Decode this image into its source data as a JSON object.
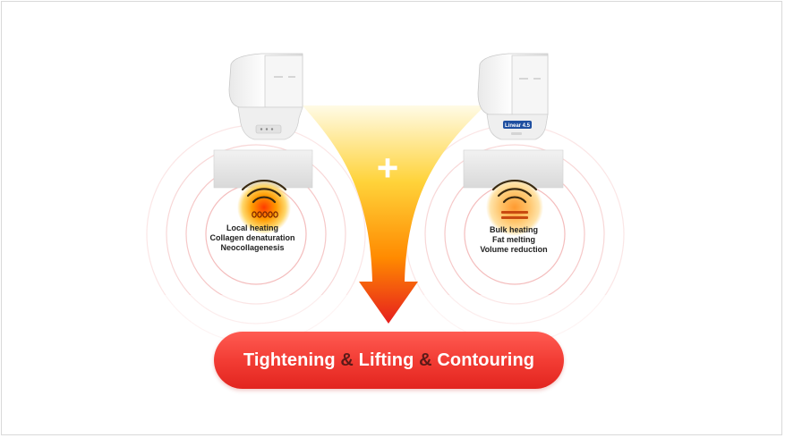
{
  "left_device": {
    "labels": [
      "Local heating",
      "Collagen denaturation",
      "Neocollagenesis"
    ]
  },
  "right_device": {
    "badge": "Linear 4.5",
    "labels": [
      "Bulk heating",
      "Fat melting",
      "Volume reduction"
    ]
  },
  "center": {
    "plus_symbol": "+"
  },
  "banner": {
    "part1": "Tightening",
    "amp1": "&",
    "part2": "Lifting",
    "amp2": "&",
    "part3": "Contouring"
  },
  "colors": {
    "arrow_top": "#fff6c6",
    "arrow_mid": "#ffb400",
    "arrow_bottom": "#e61e1e",
    "banner": "#f03a32",
    "ring": "#f3b6b6"
  }
}
